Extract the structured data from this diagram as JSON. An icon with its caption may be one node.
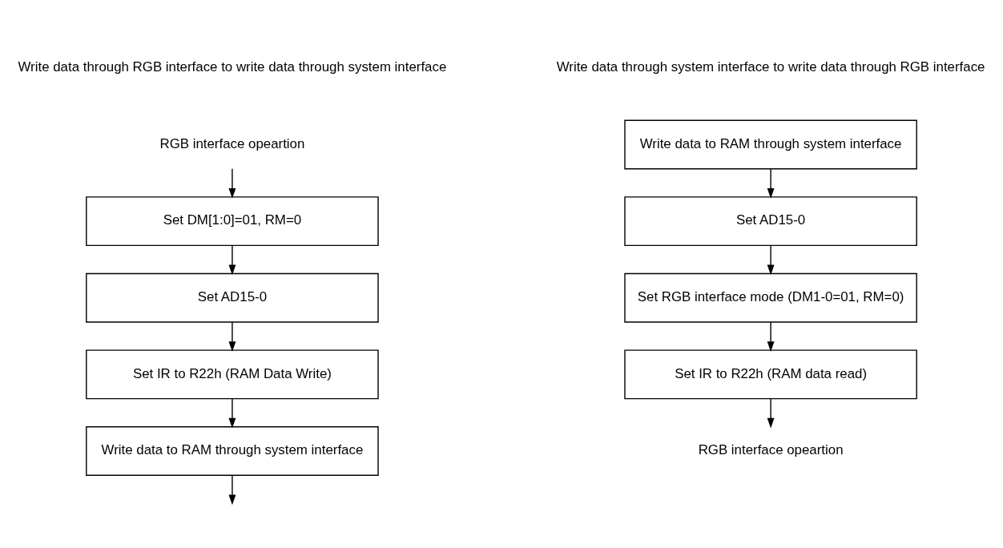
{
  "diagram": {
    "nodes": [
      {
        "text": [
          "RGB interface opeartion"
        ]
      },
      {
        "text": [
          "Set DM[1:0]=01, RM=0"
        ]
      },
      {
        "text": [
          "Set AD15-0"
        ]
      },
      {
        "text": [
          "Set IR to R22h (RAM Data Write)"
        ]
      },
      {
        "text": [
          "Write data to RAM through system interface"
        ]
      },
      {
        "text": [
          "Write data to RAM through system interface"
        ]
      },
      {
        "text": [
          "Set AD15-0"
        ]
      },
      {
        "text": [
          "Set RGB interface mode (DM1-0=01, RM=0)"
        ]
      },
      {
        "text": [
          "Set IR to R22h (RAM data read)"
        ]
      },
      {
        "text": [
          "RGB interface opeartion"
        ]
      }
    ],
    "edges": [
      {
        "from": 0,
        "to": 1,
        "arrow": "to"
      },
      {
        "from": 1,
        "to": 2,
        "arrow": "to"
      },
      {
        "from": 2,
        "to": 3,
        "arrow": "to"
      },
      {
        "from": 3,
        "to": 4,
        "arrow": "to"
      },
      {
        "from": 4,
        "to": null,
        "arrow": "to"
      },
      {
        "from": 5,
        "to": 6,
        "arrow": "to"
      },
      {
        "from": 6,
        "to": 7,
        "arrow": "to"
      },
      {
        "from": 7,
        "to": 8,
        "arrow": "to"
      },
      {
        "from": 8,
        "to": 9,
        "arrow": "to"
      }
    ],
    "labels": [
      "Write data through RGB interface to write data through system interface",
      "Write data through system interface to write data through RGB interface"
    ]
  }
}
